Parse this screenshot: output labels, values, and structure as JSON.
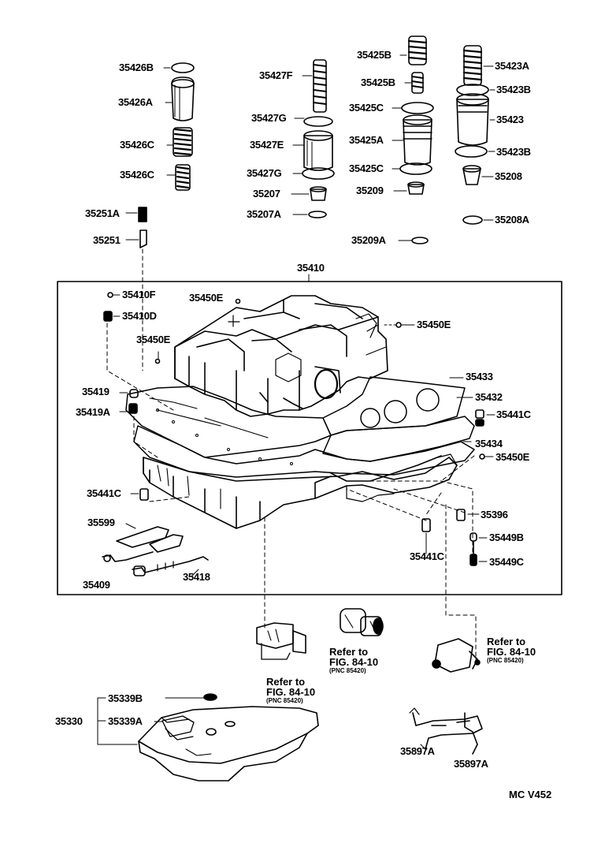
{
  "labels": {
    "l35426B": "35426B",
    "l35426A": "35426A",
    "l35426C1": "35426C",
    "l35426C2": "35426C",
    "l35427F": "35427F",
    "l35427G1": "35427G",
    "l35427E": "35427E",
    "l35427G2": "35427G",
    "l35207": "35207",
    "l35207A": "35207A",
    "l35425B1": "35425B",
    "l35425B2": "35425B",
    "l35425C1": "35425C",
    "l35425A": "35425A",
    "l35425C2": "35425C",
    "l35209": "35209",
    "l35209A": "35209A",
    "l35423A": "35423A",
    "l35423B1": "35423B",
    "l35423": "35423",
    "l35423B2": "35423B",
    "l35208": "35208",
    "l35208A": "35208A",
    "l35251A": "35251A",
    "l35251": "35251",
    "l35410": "35410",
    "l35410F": "35410F",
    "l35410D": "35410D",
    "l35450E1": "35450E",
    "l35450E2": "35450E",
    "l35450E3": "35450E",
    "l35450E4": "35450E",
    "l35433": "35433",
    "l35432": "35432",
    "l35419": "35419",
    "l35419A": "35419A",
    "l35441C1": "35441C",
    "l35434": "35434",
    "l35441C2": "35441C",
    "l35396": "35396",
    "l35599": "35599",
    "l35449B": "35449B",
    "l35441C3": "35441C",
    "l35449C": "35449C",
    "l35409": "35409",
    "l35418": "35418",
    "l35339B": "35339B",
    "l35330": "35330",
    "l35339A": "35339A",
    "l35897A1": "35897A",
    "l35897A2": "35897A"
  },
  "refs": [
    {
      "line1": "Refer to",
      "line2": "FIG. 84-10",
      "line3": "(PNC 85420)"
    },
    {
      "line1": "Refer to",
      "line2": "FIG. 84-10",
      "line3": "(PNC 85420)"
    },
    {
      "line1": "Refer to",
      "line2": "FIG. 84-10",
      "line3": "(PNC 85420)"
    }
  ],
  "code": "MC V452"
}
